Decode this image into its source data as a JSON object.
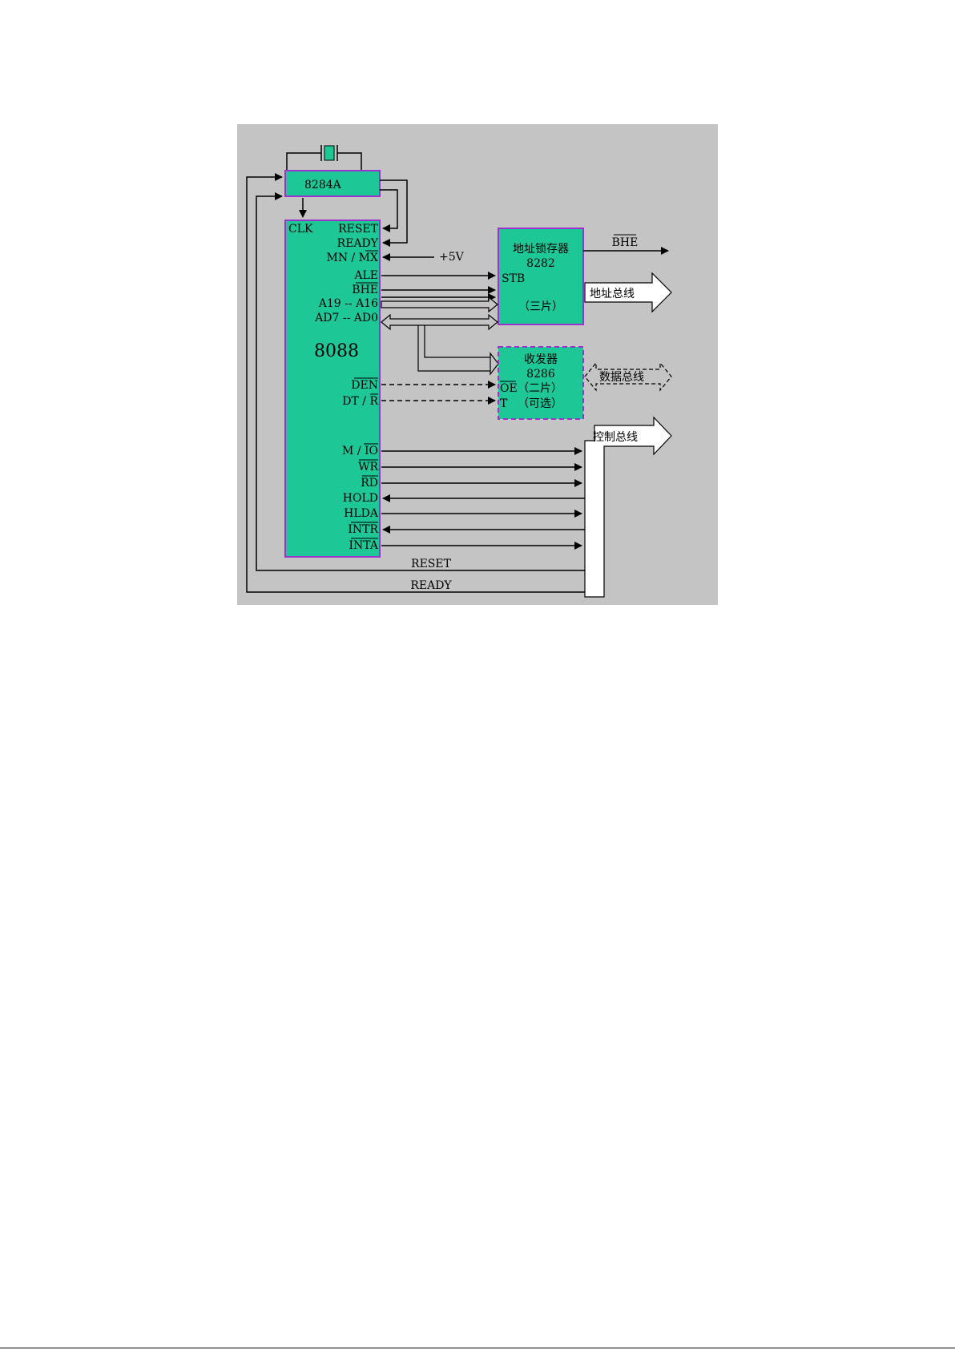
{
  "clock_chip": {
    "label": "8284A"
  },
  "cpu": {
    "name": "8088",
    "pins_left": {
      "clk": "CLK"
    },
    "pins": {
      "reset": "RESET",
      "ready": "READY",
      "mn_mx": "MN / MX",
      "ale": "ALE",
      "bhe": "BHE",
      "a19_a16": "A19 -- A16",
      "ad7_ad0": "AD7 -- AD0",
      "den": "DEN",
      "dt_r": "DT / R",
      "m_io": "M / IO",
      "wr": "WR",
      "rd": "RD",
      "hold": "HOLD",
      "hlda": "HLDA",
      "intr": "INTR",
      "inta": "INTA"
    }
  },
  "plus5v": "+5V",
  "latch": {
    "title": "地址锁存器",
    "part": "8282",
    "stb": "STB",
    "count": "（三片）"
  },
  "transceiver": {
    "title": "收发器",
    "part": "8286",
    "oe": "OE",
    "oe_note": "（二片）",
    "t": "T",
    "t_note": "（可选）"
  },
  "buses": {
    "bhe_out": "BHE",
    "address": "地址总线",
    "data": "数据总线",
    "control": "控制总线"
  },
  "feedback": {
    "reset": "RESET",
    "ready": "READY"
  },
  "colors": {
    "background": "#c4c4c4",
    "chip_fill": "#1ec896",
    "chip_border": "#9933cc",
    "line": "#000000"
  }
}
